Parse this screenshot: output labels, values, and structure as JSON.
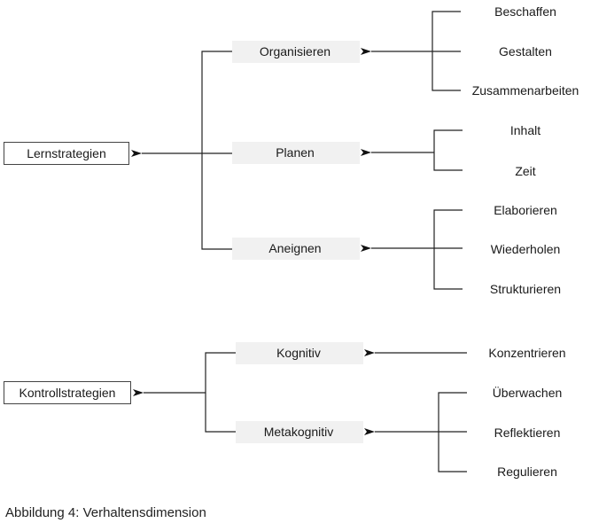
{
  "groups": [
    {
      "root": "Lernstrategien",
      "children": [
        {
          "label": "Organisieren",
          "leaves": [
            "Beschaffen",
            "Gestalten",
            "Zusammenarbeiten"
          ]
        },
        {
          "label": "Planen",
          "leaves": [
            "Inhalt",
            "Zeit"
          ]
        },
        {
          "label": "Aneignen",
          "leaves": [
            "Elaborieren",
            "Wiederholen",
            "Strukturieren"
          ]
        }
      ]
    },
    {
      "root": "Kontrollstrategien",
      "children": [
        {
          "label": "Kognitiv",
          "leaves": [
            "Konzentrieren"
          ]
        },
        {
          "label": "Metakognitiv",
          "leaves": [
            "Überwachen",
            "Reflektieren",
            "Regulieren"
          ]
        }
      ]
    }
  ],
  "caption": "Abbildung 4: Verhaltensdimension"
}
